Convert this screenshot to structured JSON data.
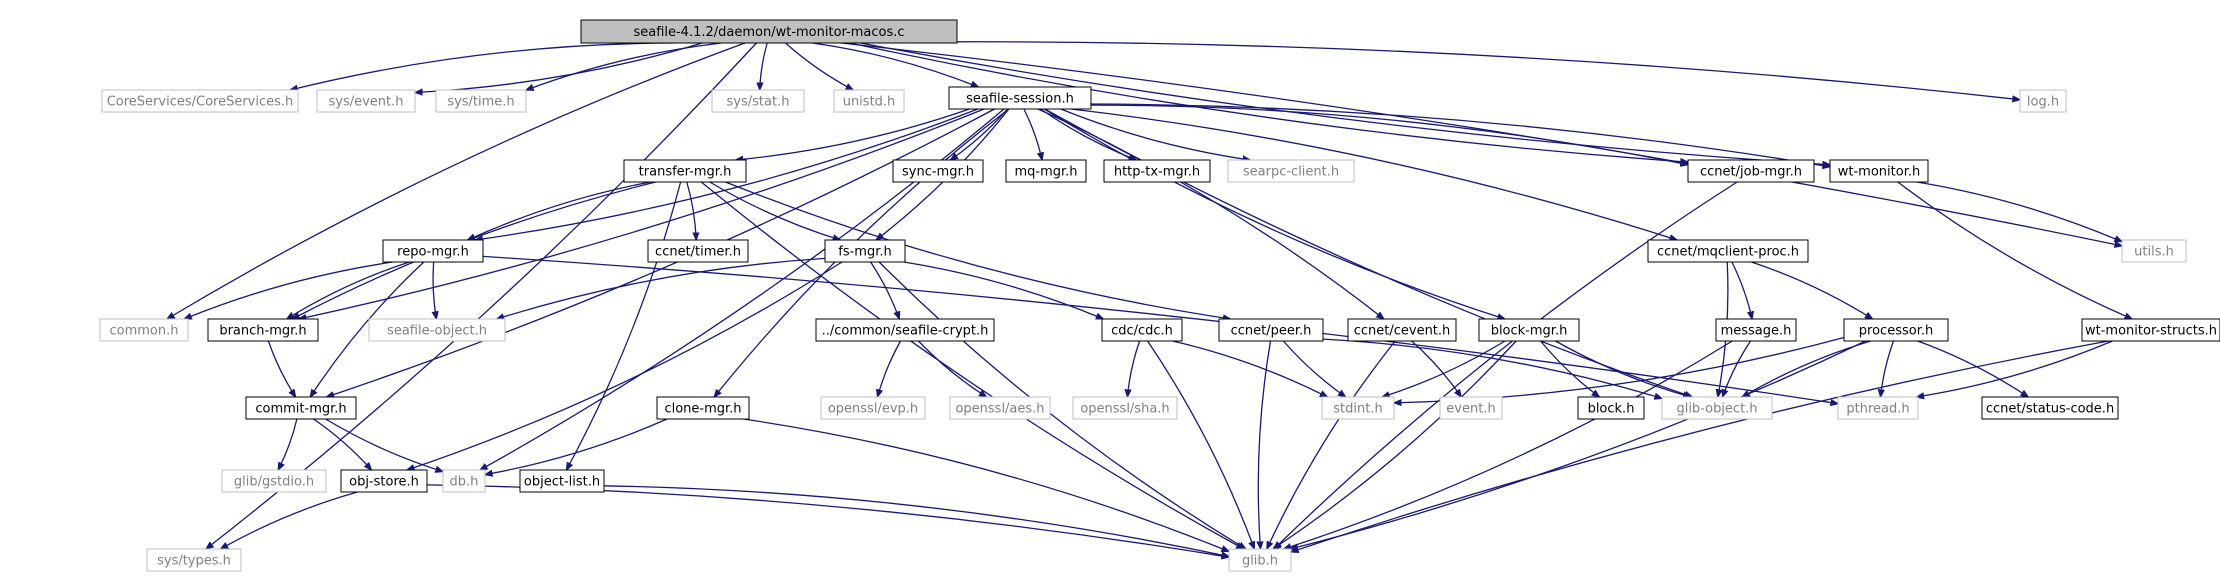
{
  "graph": {
    "root": "seafile-4.1.2/daemon/wt-monitor-macos.c",
    "nodes": [
      {
        "id": "root",
        "label": "seafile-4.1.2/daemon/wt-monitor-macos.c",
        "style": "root"
      },
      {
        "id": "sys_types",
        "label": "sys/types.h",
        "style": "system"
      },
      {
        "id": "coreservices",
        "label": "CoreServices/CoreServices.h",
        "style": "system"
      },
      {
        "id": "sys_event",
        "label": "sys/event.h",
        "style": "system"
      },
      {
        "id": "sys_time",
        "label": "sys/time.h",
        "style": "system"
      },
      {
        "id": "common",
        "label": "common.h",
        "style": "system"
      },
      {
        "id": "sys_stat",
        "label": "sys/stat.h",
        "style": "system"
      },
      {
        "id": "unistd",
        "label": "unistd.h",
        "style": "system"
      },
      {
        "id": "seafile_session",
        "label": "seafile-session.h",
        "style": "doc"
      },
      {
        "id": "ccnet_jobmgr",
        "label": "ccnet/job-mgr.h",
        "style": "doc"
      },
      {
        "id": "wt_monitor",
        "label": "wt-monitor.h",
        "style": "doc"
      },
      {
        "id": "utils",
        "label": "utils.h",
        "style": "system"
      },
      {
        "id": "log",
        "label": "log.h",
        "style": "system"
      },
      {
        "id": "transfer_mgr",
        "label": "transfer-mgr.h",
        "style": "doc"
      },
      {
        "id": "sync_mgr",
        "label": "sync-mgr.h",
        "style": "doc"
      },
      {
        "id": "mq_mgr",
        "label": "mq-mgr.h",
        "style": "doc"
      },
      {
        "id": "http_tx_mgr",
        "label": "http-tx-mgr.h",
        "style": "doc"
      },
      {
        "id": "searpc_client",
        "label": "searpc-client.h",
        "style": "system"
      },
      {
        "id": "repo_mgr",
        "label": "repo-mgr.h",
        "style": "doc"
      },
      {
        "id": "ccnet_timer",
        "label": "ccnet/timer.h",
        "style": "doc"
      },
      {
        "id": "fs_mgr",
        "label": "fs-mgr.h",
        "style": "doc"
      },
      {
        "id": "ccnet_mqclient",
        "label": "ccnet/mqclient-proc.h",
        "style": "doc"
      },
      {
        "id": "branch_mgr",
        "label": "branch-mgr.h",
        "style": "doc"
      },
      {
        "id": "seafile_object",
        "label": "seafile-object.h",
        "style": "system"
      },
      {
        "id": "seafile_crypt",
        "label": "../common/seafile-crypt.h",
        "style": "doc"
      },
      {
        "id": "cdc",
        "label": "cdc/cdc.h",
        "style": "doc"
      },
      {
        "id": "ccnet_peer",
        "label": "ccnet/peer.h",
        "style": "doc"
      },
      {
        "id": "ccnet_cevent",
        "label": "ccnet/cevent.h",
        "style": "doc"
      },
      {
        "id": "block_mgr",
        "label": "block-mgr.h",
        "style": "doc"
      },
      {
        "id": "message",
        "label": "message.h",
        "style": "doc"
      },
      {
        "id": "processor",
        "label": "processor.h",
        "style": "doc"
      },
      {
        "id": "wt_monitor_structs",
        "label": "wt-monitor-structs.h",
        "style": "doc"
      },
      {
        "id": "commit_mgr",
        "label": "commit-mgr.h",
        "style": "doc"
      },
      {
        "id": "openssl_evp",
        "label": "openssl/evp.h",
        "style": "system"
      },
      {
        "id": "openssl_aes",
        "label": "openssl/aes.h",
        "style": "system"
      },
      {
        "id": "openssl_sha",
        "label": "openssl/sha.h",
        "style": "system"
      },
      {
        "id": "stdint",
        "label": "stdint.h",
        "style": "system"
      },
      {
        "id": "event",
        "label": "event.h",
        "style": "system"
      },
      {
        "id": "block",
        "label": "block.h",
        "style": "doc"
      },
      {
        "id": "glib_object",
        "label": "glib-object.h",
        "style": "system"
      },
      {
        "id": "pthread",
        "label": "pthread.h",
        "style": "system"
      },
      {
        "id": "ccnet_status",
        "label": "ccnet/status-code.h",
        "style": "doc"
      },
      {
        "id": "clone_mgr",
        "label": "clone-mgr.h",
        "style": "doc"
      },
      {
        "id": "glib_gstdio",
        "label": "glib/gstdio.h",
        "style": "system"
      },
      {
        "id": "obj_store",
        "label": "obj-store.h",
        "style": "doc"
      },
      {
        "id": "db",
        "label": "db.h",
        "style": "system"
      },
      {
        "id": "object_list",
        "label": "object-list.h",
        "style": "doc"
      },
      {
        "id": "glib",
        "label": "glib.h",
        "style": "system"
      }
    ],
    "edges": [
      [
        "root",
        "sys_types"
      ],
      [
        "root",
        "coreservices"
      ],
      [
        "root",
        "sys_event"
      ],
      [
        "root",
        "sys_time"
      ],
      [
        "root",
        "common"
      ],
      [
        "root",
        "sys_stat"
      ],
      [
        "root",
        "unistd"
      ],
      [
        "root",
        "seafile_session"
      ],
      [
        "root",
        "ccnet_jobmgr"
      ],
      [
        "root",
        "wt_monitor"
      ],
      [
        "root",
        "utils"
      ],
      [
        "root",
        "log"
      ],
      [
        "seafile_session",
        "transfer_mgr"
      ],
      [
        "seafile_session",
        "sync_mgr"
      ],
      [
        "seafile_session",
        "mq_mgr"
      ],
      [
        "seafile_session",
        "http_tx_mgr"
      ],
      [
        "seafile_session",
        "searpc_client"
      ],
      [
        "seafile_session",
        "ccnet_jobmgr"
      ],
      [
        "seafile_session",
        "wt_monitor"
      ],
      [
        "seafile_session",
        "repo_mgr"
      ],
      [
        "seafile_session",
        "fs_mgr"
      ],
      [
        "seafile_session",
        "ccnet_mqclient"
      ],
      [
        "seafile_session",
        "branch_mgr"
      ],
      [
        "seafile_session",
        "commit_mgr"
      ],
      [
        "seafile_session",
        "db"
      ],
      [
        "seafile_session",
        "clone_mgr"
      ],
      [
        "seafile_session",
        "ccnet_cevent"
      ],
      [
        "seafile_session",
        "block_mgr"
      ],
      [
        "seafile_session",
        "glib_object"
      ],
      [
        "transfer_mgr",
        "repo_mgr"
      ],
      [
        "transfer_mgr",
        "branch_mgr"
      ],
      [
        "transfer_mgr",
        "ccnet_timer"
      ],
      [
        "transfer_mgr",
        "fs_mgr"
      ],
      [
        "transfer_mgr",
        "ccnet_peer"
      ],
      [
        "transfer_mgr",
        "object_list"
      ],
      [
        "transfer_mgr",
        "glib"
      ],
      [
        "repo_mgr",
        "common"
      ],
      [
        "repo_mgr",
        "branch_mgr"
      ],
      [
        "repo_mgr",
        "seafile_object"
      ],
      [
        "repo_mgr",
        "commit_mgr"
      ],
      [
        "repo_mgr",
        "pthread"
      ],
      [
        "fs_mgr",
        "seafile_object"
      ],
      [
        "fs_mgr",
        "seafile_crypt"
      ],
      [
        "fs_mgr",
        "cdc"
      ],
      [
        "fs_mgr",
        "obj_store"
      ],
      [
        "fs_mgr",
        "glib"
      ],
      [
        "branch_mgr",
        "commit_mgr"
      ],
      [
        "commit_mgr",
        "glib_gstdio"
      ],
      [
        "commit_mgr",
        "obj_store"
      ],
      [
        "commit_mgr",
        "db"
      ],
      [
        "seafile_crypt",
        "openssl_evp"
      ],
      [
        "seafile_crypt",
        "openssl_aes"
      ],
      [
        "cdc",
        "openssl_sha"
      ],
      [
        "cdc",
        "stdint"
      ],
      [
        "cdc",
        "glib"
      ],
      [
        "ccnet_peer",
        "stdint"
      ],
      [
        "ccnet_peer",
        "glib"
      ],
      [
        "ccnet_peer",
        "glib_object"
      ],
      [
        "ccnet_cevent",
        "event"
      ],
      [
        "ccnet_cevent",
        "glib"
      ],
      [
        "block_mgr",
        "stdint"
      ],
      [
        "block_mgr",
        "block"
      ],
      [
        "block_mgr",
        "glib_object"
      ],
      [
        "block_mgr",
        "glib"
      ],
      [
        "ccnet_mqclient",
        "message"
      ],
      [
        "ccnet_mqclient",
        "processor"
      ],
      [
        "ccnet_mqclient",
        "glib_object"
      ],
      [
        "message",
        "glib_object"
      ],
      [
        "message",
        "glib"
      ],
      [
        "processor",
        "stdint"
      ],
      [
        "processor",
        "glib_object"
      ],
      [
        "processor",
        "pthread"
      ],
      [
        "processor",
        "ccnet_status"
      ],
      [
        "processor",
        "glib"
      ],
      [
        "ccnet_jobmgr",
        "glib"
      ],
      [
        "wt_monitor",
        "utils"
      ],
      [
        "wt_monitor",
        "wt_monitor_structs"
      ],
      [
        "wt_monitor_structs",
        "pthread"
      ],
      [
        "wt_monitor_structs",
        "glib"
      ],
      [
        "clone_mgr",
        "db"
      ],
      [
        "clone_mgr",
        "glib"
      ],
      [
        "obj_store",
        "sys_types"
      ],
      [
        "obj_store",
        "glib"
      ],
      [
        "object_list",
        "glib"
      ]
    ]
  },
  "colors": {
    "edge": "#191970",
    "root_fill": "#bfbfbf",
    "doc_border": "#000000",
    "system_border": "#bfbfbf",
    "system_text": "#808080"
  }
}
